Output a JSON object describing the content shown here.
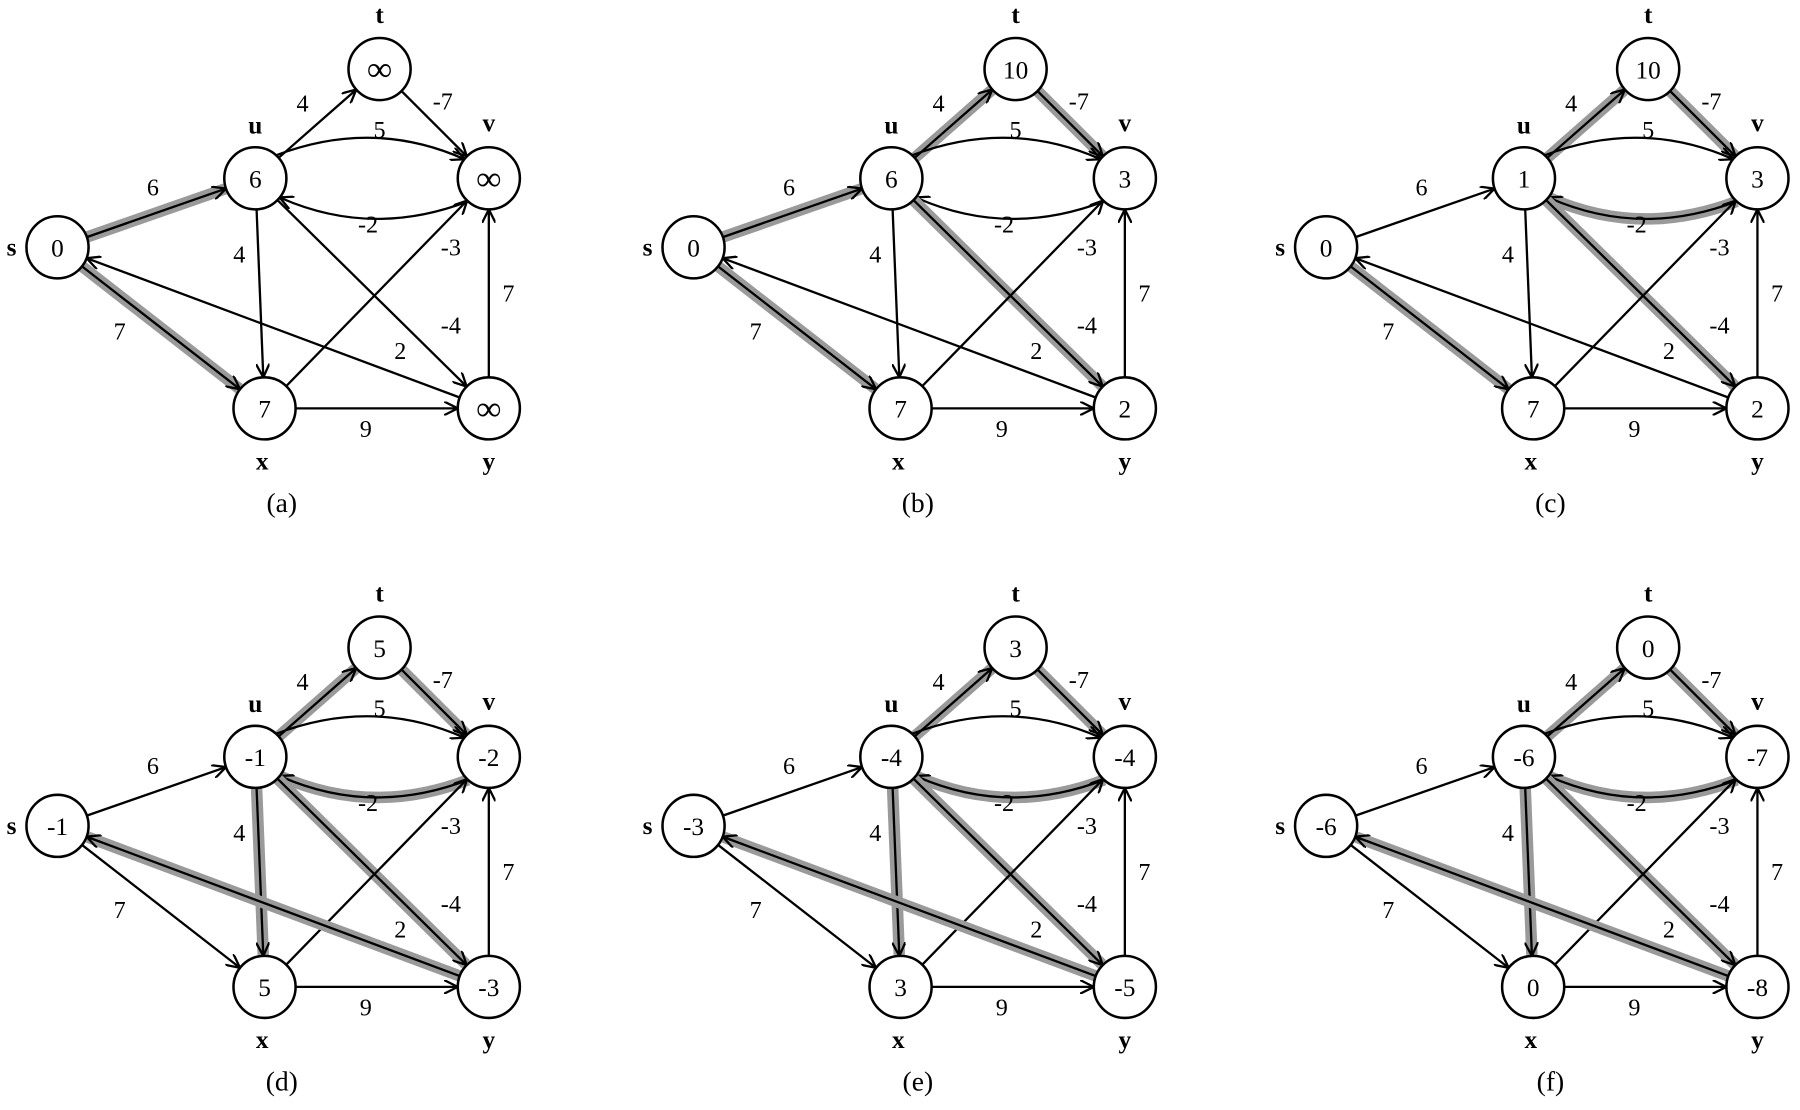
{
  "node_names": {
    "s": "s",
    "t": "t",
    "u": "u",
    "v": "v",
    "x": "x",
    "y": "y"
  },
  "edges": [
    {
      "from": "s",
      "to": "u",
      "weight": "6"
    },
    {
      "from": "s",
      "to": "x",
      "weight": "7"
    },
    {
      "from": "u",
      "to": "t",
      "weight": "4"
    },
    {
      "from": "t",
      "to": "v",
      "weight": "-7"
    },
    {
      "from": "u",
      "to": "v",
      "weight": "5"
    },
    {
      "from": "v",
      "to": "u",
      "weight": "-2"
    },
    {
      "from": "u",
      "to": "x",
      "weight": "4"
    },
    {
      "from": "u",
      "to": "y",
      "weight": "-4"
    },
    {
      "from": "x",
      "to": "v",
      "weight": "-3"
    },
    {
      "from": "x",
      "to": "y",
      "weight": "9"
    },
    {
      "from": "y",
      "to": "v",
      "weight": "7"
    },
    {
      "from": "y",
      "to": "s",
      "weight": "2"
    }
  ],
  "panels": [
    {
      "caption": "(a)",
      "values": {
        "s": "0",
        "t": "∞",
        "u": "6",
        "v": "∞",
        "x": "7",
        "y": "∞"
      },
      "shaded": [
        "s-u",
        "s-x"
      ]
    },
    {
      "caption": "(b)",
      "values": {
        "s": "0",
        "t": "10",
        "u": "6",
        "v": "3",
        "x": "7",
        "y": "2"
      },
      "shaded": [
        "s-u",
        "s-x",
        "u-t",
        "t-v",
        "u-y"
      ]
    },
    {
      "caption": "(c)",
      "values": {
        "s": "0",
        "t": "10",
        "u": "1",
        "v": "3",
        "x": "7",
        "y": "2"
      },
      "shaded": [
        "s-x",
        "u-t",
        "t-v",
        "v-u",
        "u-y"
      ]
    },
    {
      "caption": "(d)",
      "values": {
        "s": "-1",
        "t": "5",
        "u": "-1",
        "v": "-2",
        "x": "5",
        "y": "-3"
      },
      "shaded": [
        "u-t",
        "t-v",
        "v-u",
        "u-x",
        "u-y",
        "y-s"
      ]
    },
    {
      "caption": "(e)",
      "values": {
        "s": "-3",
        "t": "3",
        "u": "-4",
        "v": "-4",
        "x": "3",
        "y": "-5"
      },
      "shaded": [
        "u-t",
        "t-v",
        "v-u",
        "u-x",
        "u-y",
        "y-s"
      ]
    },
    {
      "caption": "(f)",
      "values": {
        "s": "-6",
        "t": "0",
        "u": "-6",
        "v": "-7",
        "x": "0",
        "y": "-8"
      },
      "shaded": [
        "u-t",
        "t-v",
        "v-u",
        "u-x",
        "u-y",
        "y-s"
      ]
    }
  ]
}
